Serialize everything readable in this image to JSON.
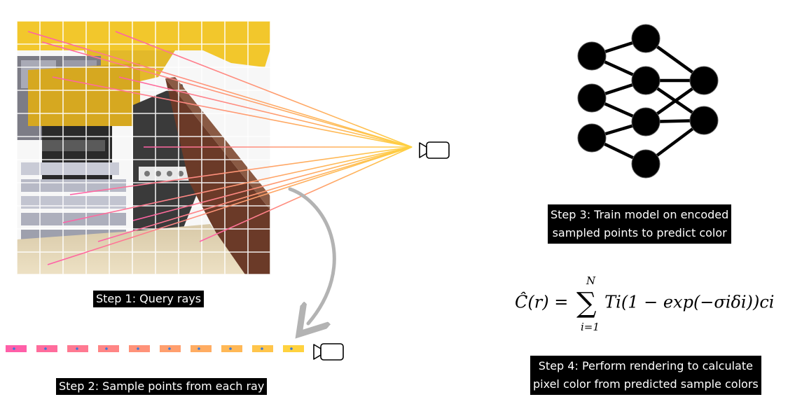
{
  "captions": {
    "step1": "Step 1: Query rays",
    "step2": "Step 2: Sample points from each ray",
    "step3": [
      "Step 3: Train model on encoded",
      "sampled points to predict color"
    ],
    "step4": [
      "Step 4: Perform rendering to calculate",
      "pixel color from predicted sample colors"
    ]
  },
  "formula": {
    "lhs": "Ĉ(r) =",
    "sum_upper": "N",
    "sum_lower": "i=1",
    "term": "Ti(1 − exp(−σiδi))ci"
  },
  "colors": {
    "ray_near": "#ff5fa8",
    "ray_far": "#ffd23f",
    "grid": "#ffffff",
    "node": "#000000",
    "arrow": "#b3b3b3",
    "sample_dot": "#3a78d8"
  },
  "icons": [
    "camera-icon",
    "camera-icon",
    "neural-network-icon",
    "curved-arrow-icon"
  ]
}
